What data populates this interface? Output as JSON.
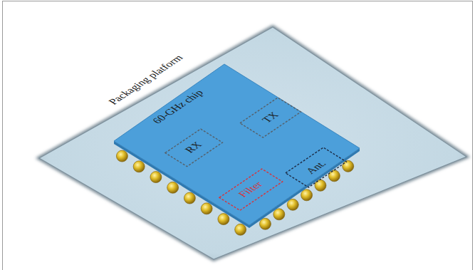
{
  "diagram": {
    "nodes": [
      {
        "text": [
          "Packaging platform"
        ]
      },
      {
        "text": [
          "60-GHz chip"
        ],
        "in": 0
      },
      {
        "text": [
          "RX"
        ],
        "in": 1
      },
      {
        "text": [
          "TX"
        ],
        "in": 1
      },
      {
        "text": [
          "Ant."
        ],
        "in": 1
      },
      {
        "text": [
          "Filter"
        ],
        "in": 1
      }
    ]
  }
}
